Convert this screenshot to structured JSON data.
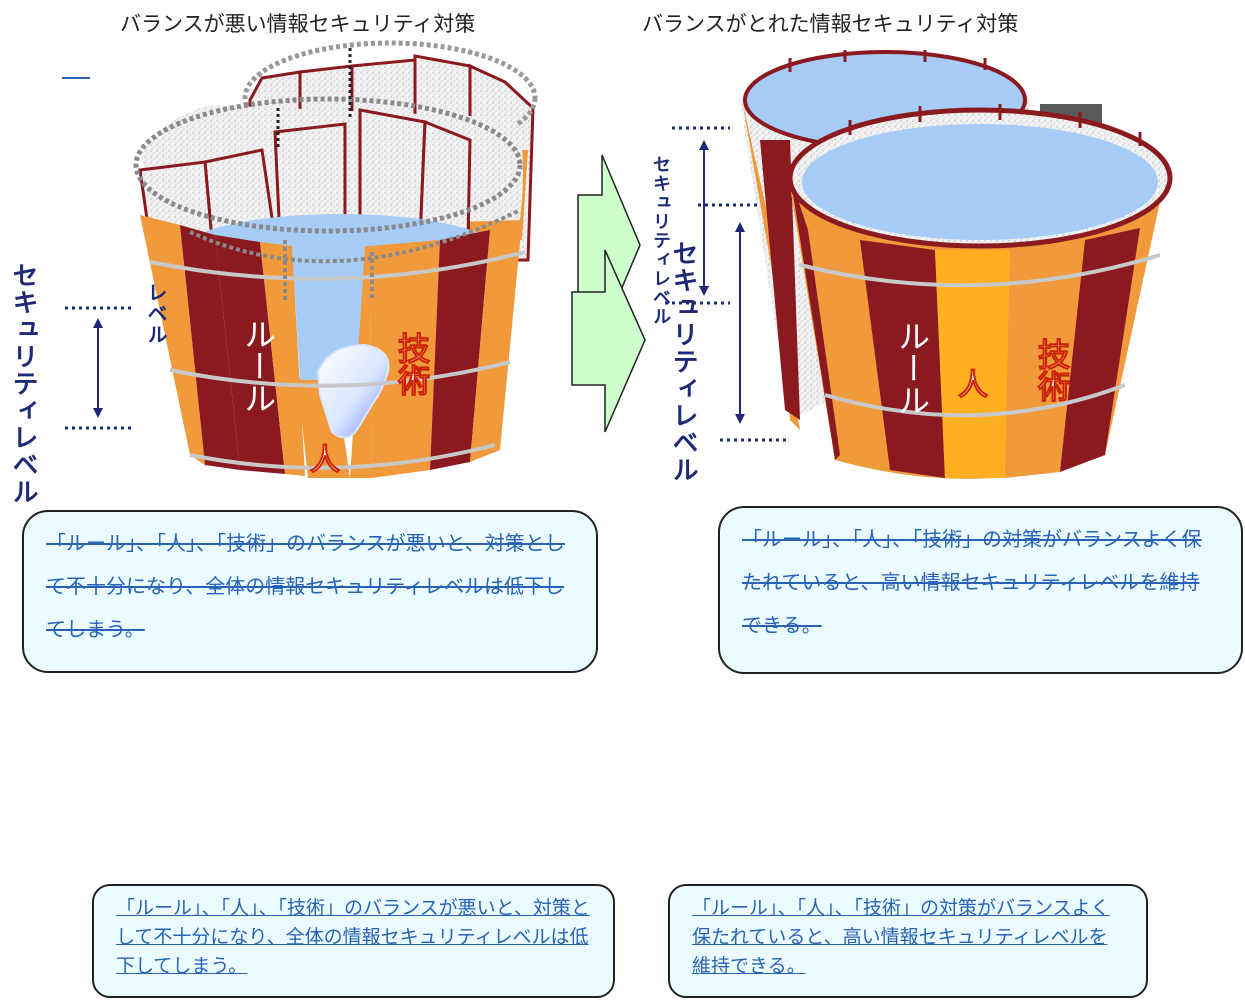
{
  "headings": {
    "left": "バランスが悪い情報セキュリティ対策",
    "right": "バランスがとれた情報セキュリティ対策"
  },
  "staves": {
    "rule": "ルール",
    "person": "人",
    "tech": "技術"
  },
  "security_level_label": "セキュリティレベル",
  "left_side_fragment": "レベル",
  "callouts": {
    "bad": "「ルール」、「人」、「技術」のバランスが悪いと、対策として不十分になり、全体の情報セキュリティレベルは低下してしまう。",
    "good": "「ルール」、「人」、「技術」の対策がバランスよく保たれていると、高い情報セキュリティレベルを維持できる。"
  },
  "colors": {
    "stave_orange": "#f09a3c",
    "stave_dark": "#8a1a1f",
    "water": "#a6ccf7",
    "arrow_fill": "#ccffcc",
    "level_marker": "#1f2a77",
    "callout_fill": "#eafcff",
    "callout_text": "#2a62b8"
  }
}
